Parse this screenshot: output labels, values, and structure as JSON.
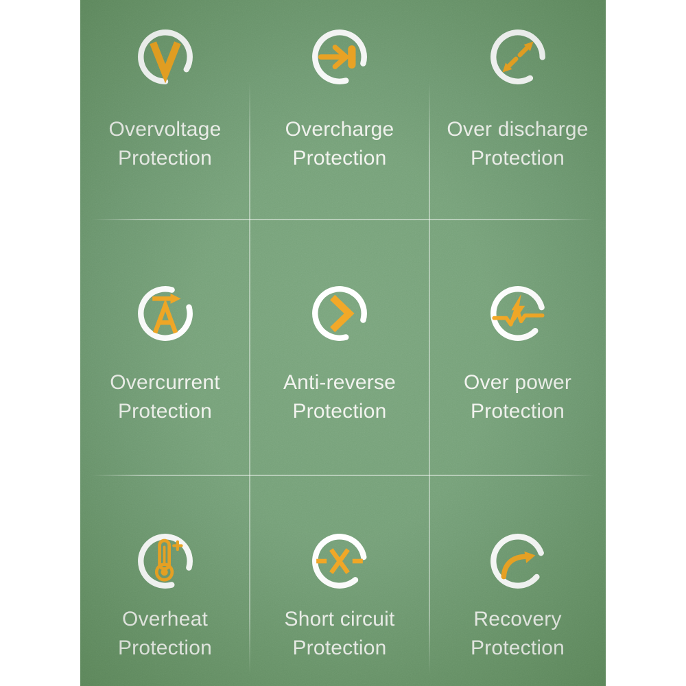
{
  "panel": {
    "background_color": "#6f9b72",
    "accent_color": "#F2A51F",
    "ring_color": "#ffffff",
    "text_color": "#f1f3ee",
    "divider_color": "rgba(255,255,255,0.45)"
  },
  "cells": [
    {
      "icon": "overvoltage-icon",
      "line1": "Overvoltage",
      "line2": "Protection"
    },
    {
      "icon": "overcharge-icon",
      "line1": "Overcharge",
      "line2": "Protection"
    },
    {
      "icon": "over-discharge-icon",
      "line1": "Over discharge",
      "line2": "Protection"
    },
    {
      "icon": "overcurrent-icon",
      "line1": "Overcurrent",
      "line2": "Protection"
    },
    {
      "icon": "anti-reverse-icon",
      "line1": "Anti-reverse",
      "line2": "Protection"
    },
    {
      "icon": "over-power-icon",
      "line1": "Over power",
      "line2": "Protection"
    },
    {
      "icon": "overheat-icon",
      "line1": "Overheat",
      "line2": "Protection"
    },
    {
      "icon": "short-circuit-icon",
      "line1": "Short circuit",
      "line2": "Protection"
    },
    {
      "icon": "recovery-icon",
      "line1": "Recovery",
      "line2": "Protection"
    }
  ]
}
